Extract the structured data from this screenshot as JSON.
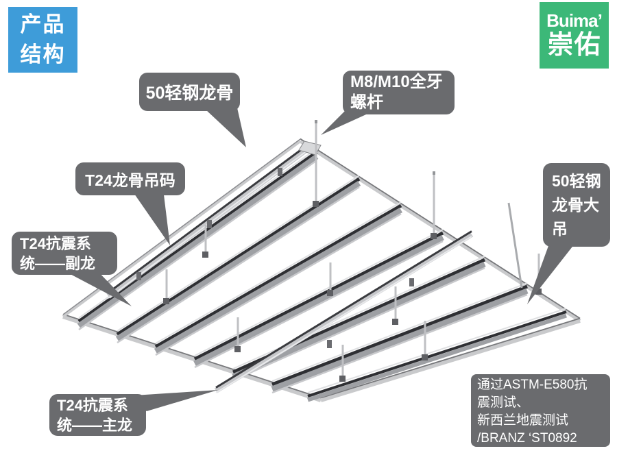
{
  "badge": {
    "line1": "产品",
    "line2": "结构"
  },
  "logo": {
    "wordmark": "Buima’",
    "chinese": "崇佑"
  },
  "callouts": [
    {
      "lines": [
        "50轻钢龙骨"
      ]
    },
    {
      "lines": [
        "M8/M10全牙",
        "螺杆"
      ]
    },
    {
      "lines": [
        "T24龙骨吊码"
      ]
    },
    {
      "lines": [
        "T24抗震系",
        "统——副龙"
      ]
    },
    {
      "lines": [
        "50轻钢",
        "龙骨大",
        "吊"
      ]
    },
    {
      "lines": [
        "T24抗震系",
        "统——主龙"
      ]
    }
  ],
  "certification": {
    "lines": [
      "通过ASTM-E580抗",
      "震测试、",
      "新西兰地震测试",
      "/BRANZ ‘ST0892"
    ]
  },
  "colors": {
    "badge_blue": "#3E9CD9",
    "brand_green": "#3CB878",
    "callout_gray": "#6A6B6E",
    "steel_dark": "#2E2F33",
    "steel_mid": "#9EA0A4",
    "steel_light": "#C8C9CC"
  }
}
